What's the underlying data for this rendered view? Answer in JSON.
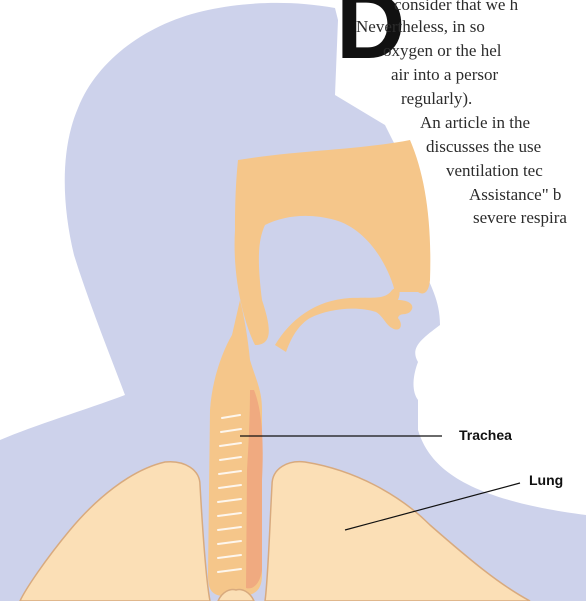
{
  "article": {
    "drop_cap": "D",
    "lines": [
      "consider that we h",
      "Nevertheless, in so",
      "oxygen or the hel",
      "air into a persor",
      "regularly).",
      "An article in the",
      "discusses the use",
      "ventilation tec",
      "Assistance\" b",
      "severe respira"
    ]
  },
  "labels": {
    "trachea": "Trachea",
    "lung": "Lung"
  },
  "colors": {
    "head_silhouette": "#cdd2eb",
    "airway": "#f5c68a",
    "airway_inner": "#f0aa80",
    "lung": "#fbdfb6",
    "lung_stroke": "#d8aa7e",
    "leader_line": "#111111"
  }
}
